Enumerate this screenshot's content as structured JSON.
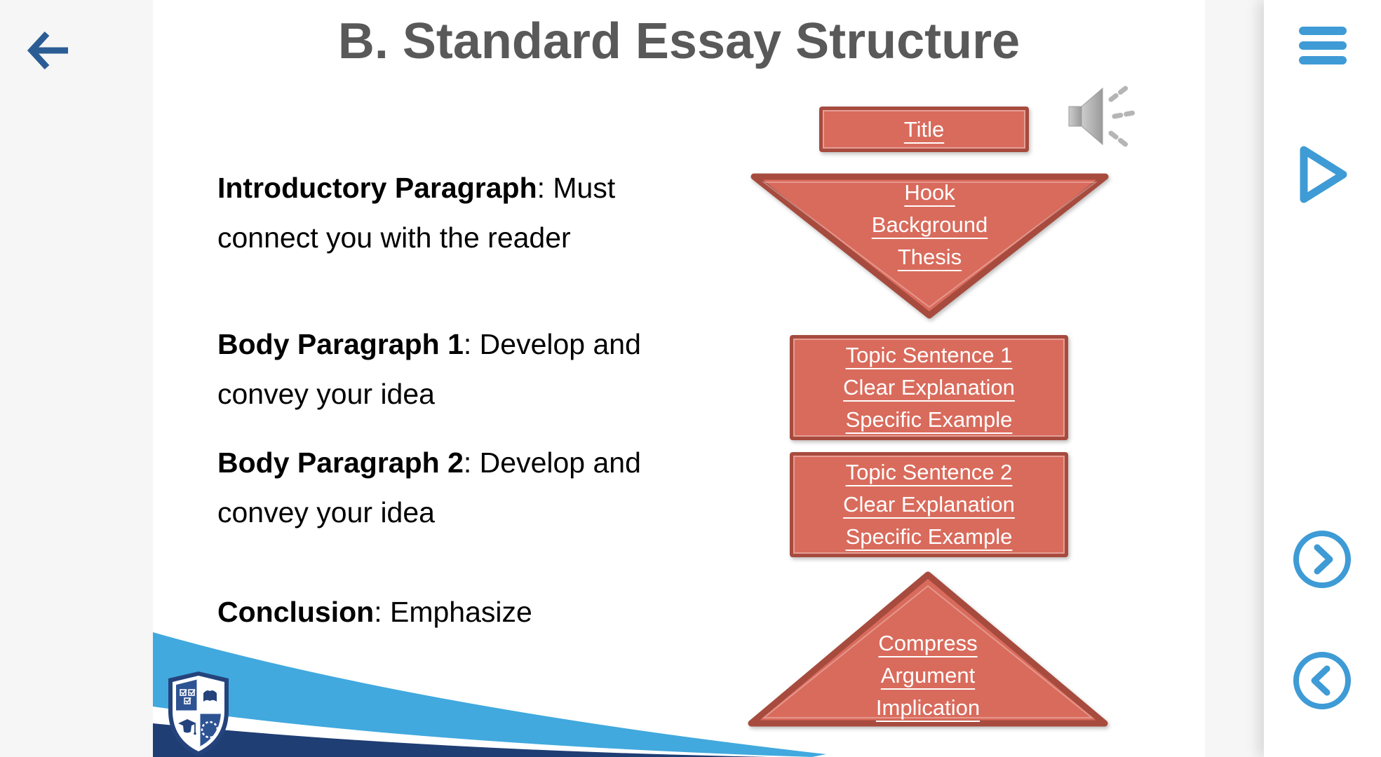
{
  "slide": {
    "title": "B. Standard Essay Structure",
    "outline": [
      {
        "term": "Introductory Paragraph",
        "desc": ": Must connect you with the reader"
      },
      {
        "term": "Body Paragraph 1",
        "desc": ": Develop and convey your idea"
      },
      {
        "term": "Body Paragraph 2",
        "desc": ": Develop and convey your idea"
      },
      {
        "term": "Conclusion",
        "desc": ":  Emphasize"
      }
    ],
    "diagram": {
      "title_box": {
        "lines": [
          "Title"
        ]
      },
      "intro_triangle": {
        "lines": [
          "Hook",
          "Background",
          "Thesis"
        ]
      },
      "body1_box": {
        "lines": [
          "Topic Sentence 1",
          "Clear Explanation",
          "Specific Example"
        ]
      },
      "body2_box": {
        "lines": [
          "Topic Sentence 2",
          "Clear Explanation",
          "Specific Example"
        ]
      },
      "conclusion_triangle": {
        "lines": [
          "Compress",
          "Argument",
          "Implication"
        ]
      }
    }
  },
  "icons": {
    "back": "arrow-left",
    "menu": "hamburger-menu",
    "play": "play-outline",
    "next": "chevron-right-circle",
    "previous": "chevron-left-circle",
    "audio": "speaker-with-sound-waves",
    "logo": "academic-shield-crest"
  },
  "colors": {
    "accent_blue": "#3E9BD5",
    "back_arrow_blue": "#2B5D94",
    "shape_fill": "#D96B5C",
    "shape_border": "#A74B3E",
    "title_gray": "#595959",
    "swoosh_navy": "#1F3E74",
    "swoosh_light_blue": "#41A9DE",
    "crest_blue": "#2E5393",
    "audio_icon_gray": "#B5B5B5",
    "gutter_gray": "#F6F6F6"
  }
}
